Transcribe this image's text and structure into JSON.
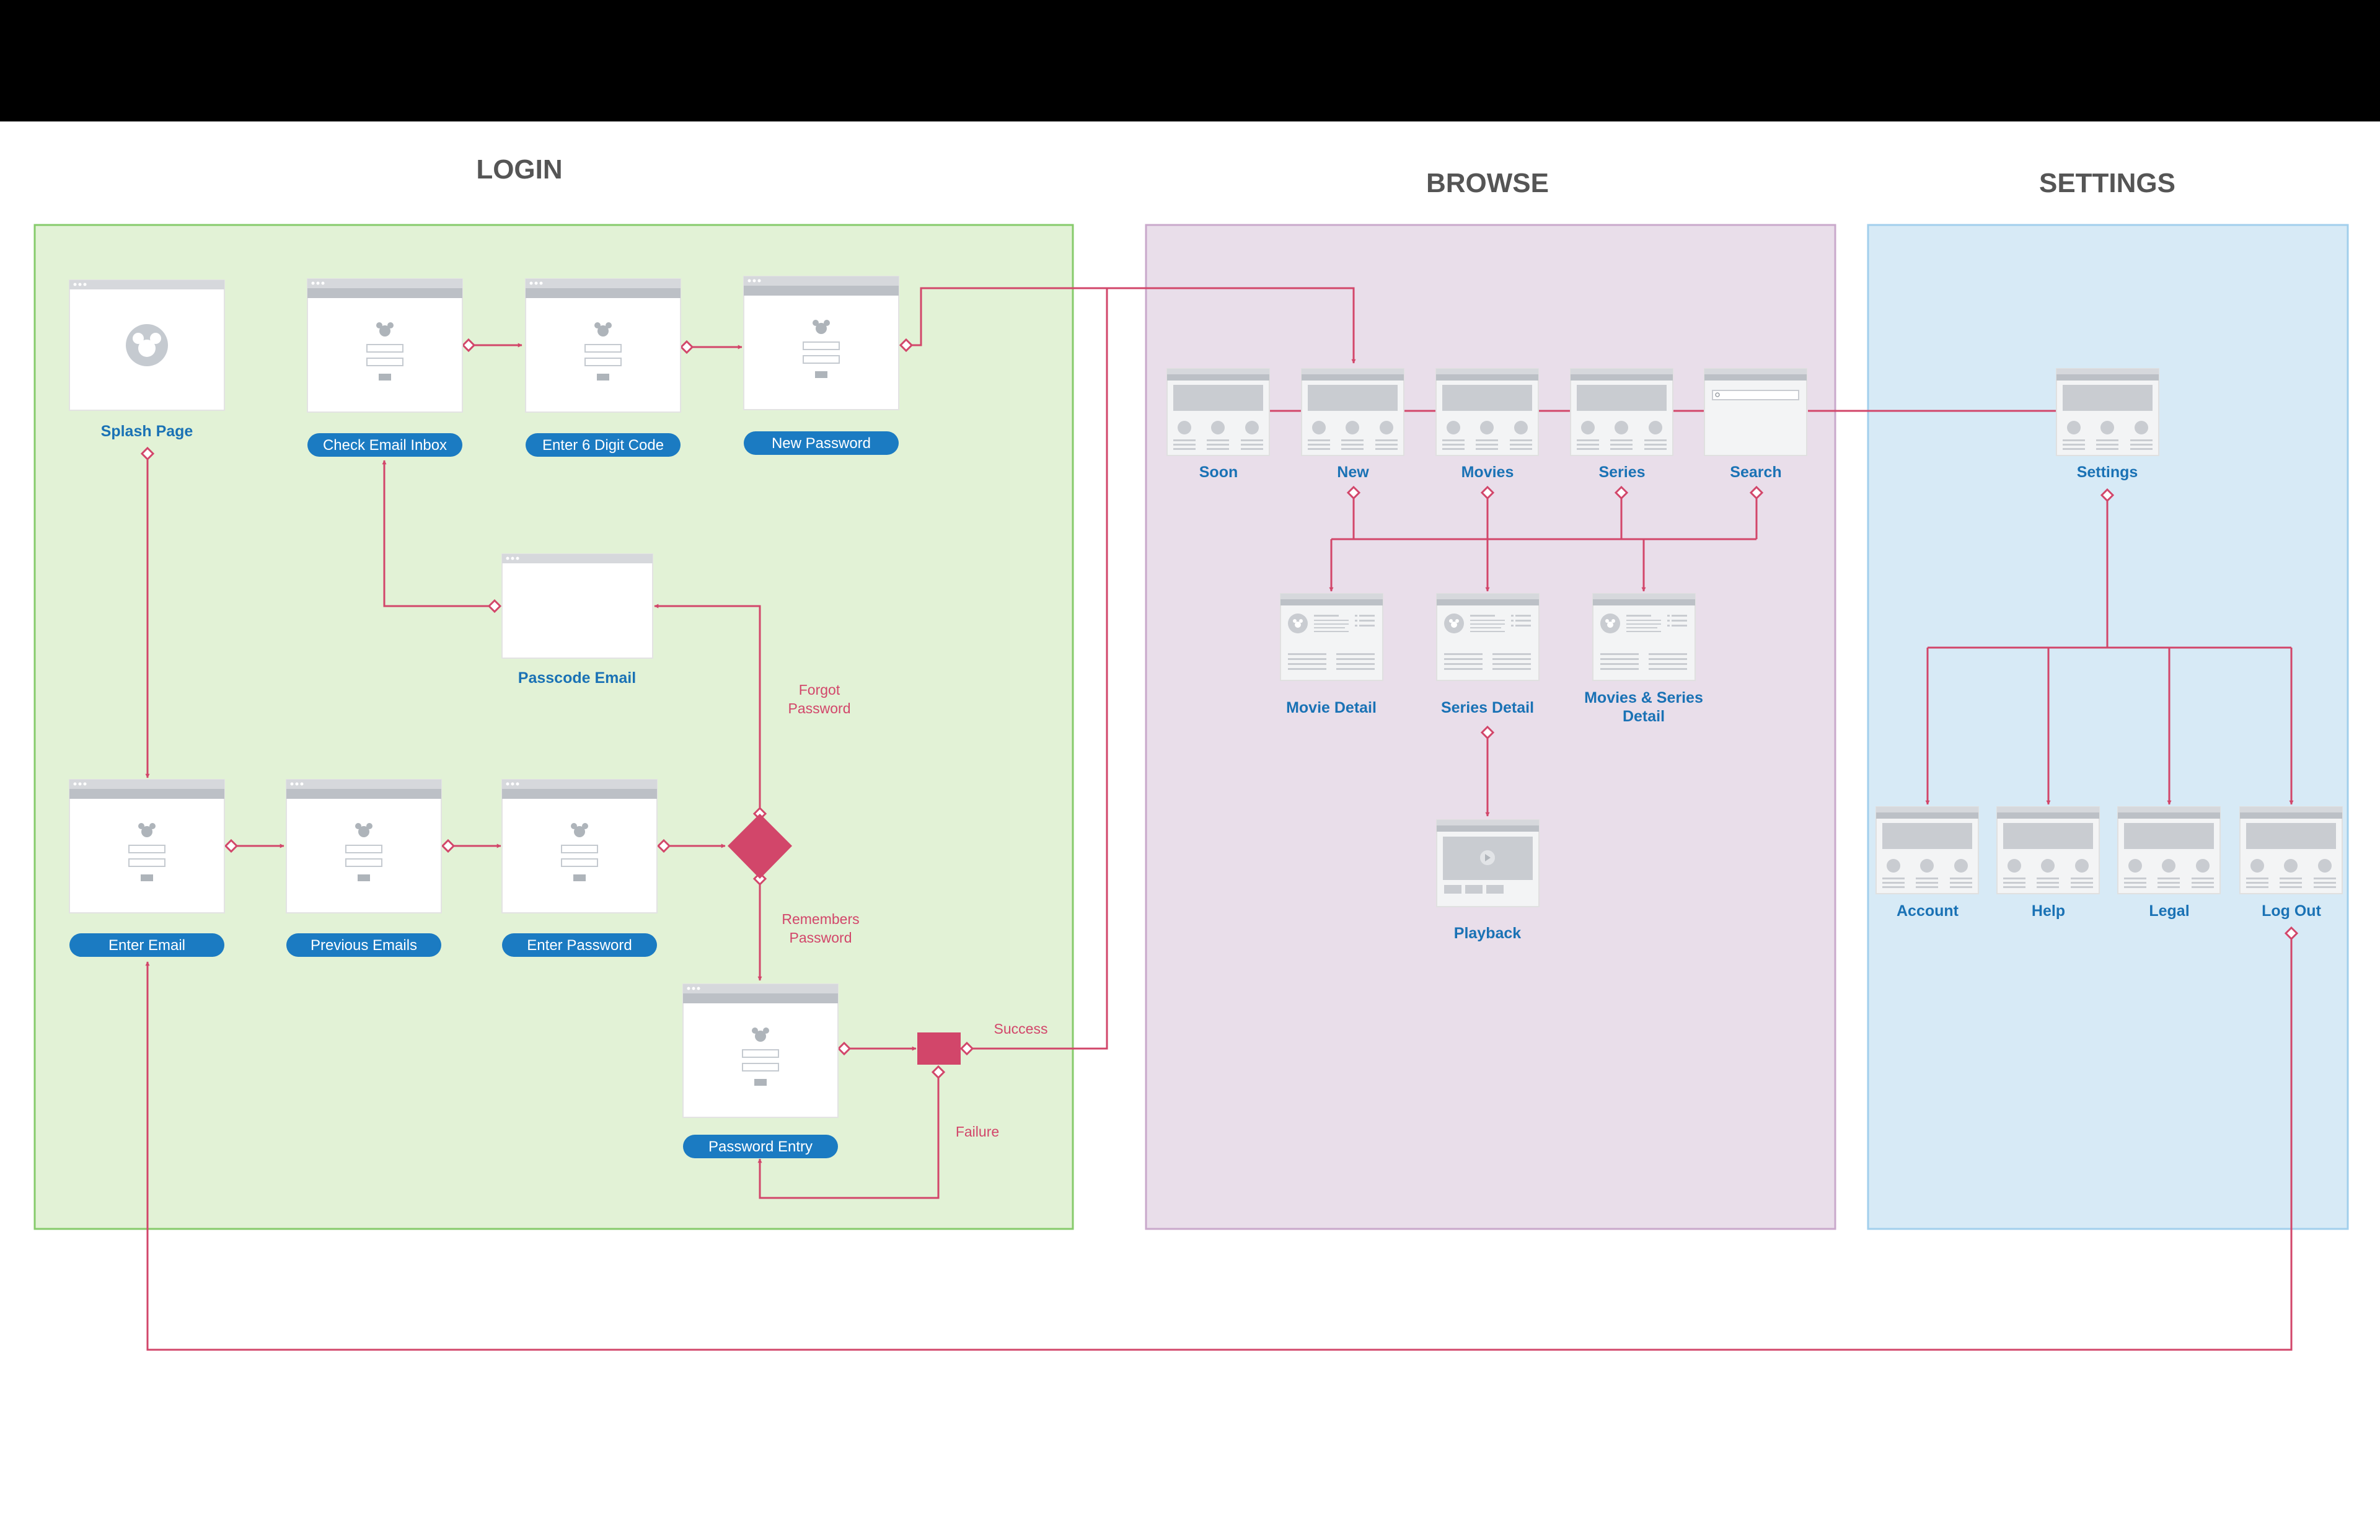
{
  "colors": {
    "accent": "#D2466A",
    "label_blue": "#1A72B5",
    "pill_blue": "#1B7BC2",
    "login_bg": "#E2F2D6",
    "login_border": "#86CB6B",
    "browse_bg": "#E9DEEA",
    "browse_border": "#C9A8CB",
    "settings_bg": "#D7EAF6",
    "settings_border": "#A2CFEC",
    "heading": "#555555"
  },
  "sections": {
    "login": "LOGIN",
    "browse": "BROWSE",
    "settings": "SETTINGS"
  },
  "login_screens": {
    "splash": "Splash Page",
    "check_email": "Check Email Inbox",
    "enter_code": "Enter 6 Digit Code",
    "new_password": "New Password",
    "passcode_email": "Passcode Email",
    "enter_email": "Enter Email",
    "previous_emails": "Previous Emails",
    "enter_password": "Enter Password",
    "password_entry": "Password Entry"
  },
  "flow_labels": {
    "forgot": [
      "Forgot",
      "Password"
    ],
    "remembers": [
      "Remembers",
      "Password"
    ],
    "success": "Success",
    "failure": "Failure"
  },
  "browse_screens": {
    "soon": "Soon",
    "new": "New",
    "movies": "Movies",
    "series": "Series",
    "search": "Search",
    "movie_detail": "Movie Detail",
    "series_detail": "Series Detail",
    "movies_series_detail": [
      "Movies & Series",
      "Detail"
    ],
    "playback": "Playback"
  },
  "settings_screens": {
    "settings": "Settings",
    "account": "Account",
    "help": "Help",
    "legal": "Legal",
    "log_out": "Log Out"
  }
}
